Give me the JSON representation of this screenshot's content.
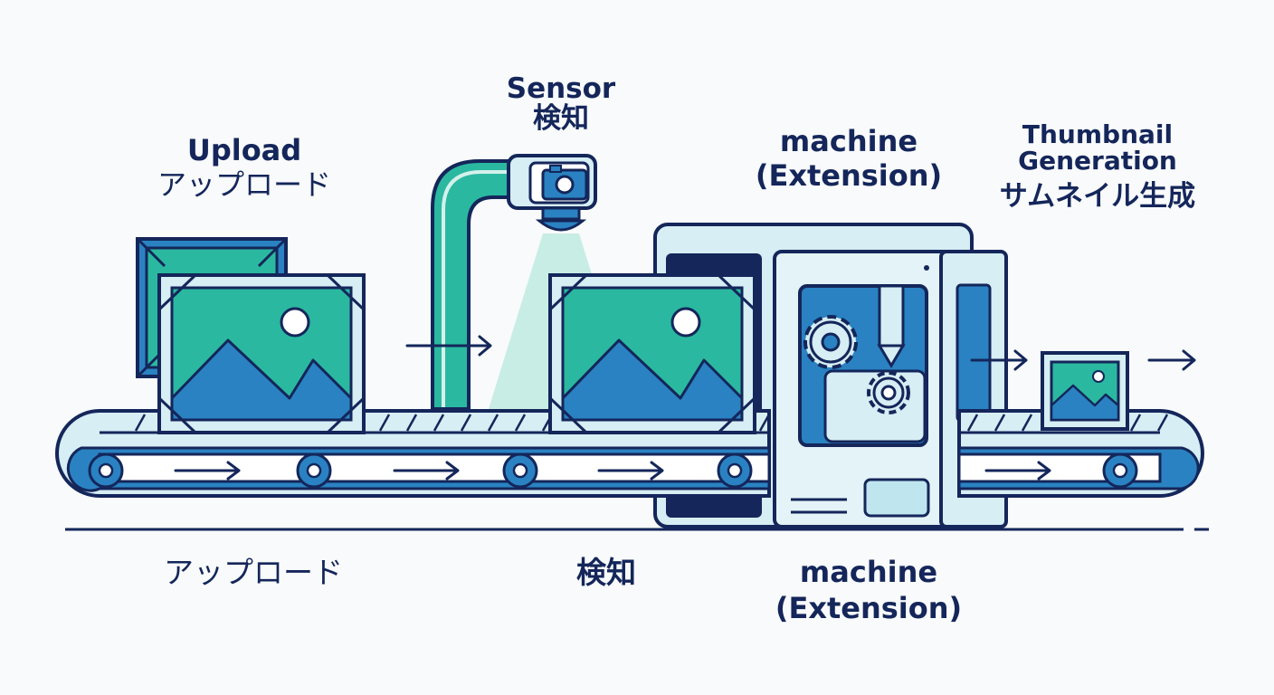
{
  "colors": {
    "navy": "#14265a",
    "blue": "#2a82c2",
    "teal": "#2bb8a0",
    "light": "#d6eef4",
    "mint": "#bfeae1",
    "background": "#f8fafb"
  },
  "icons": [
    "camera-icon",
    "gear-icon",
    "image-icon",
    "arrow-right-icon"
  ],
  "labels": {
    "upload_en": "Upload",
    "upload_ja": "アップロード",
    "sensor_en": "Sensor",
    "sensor_ja": "検知",
    "machine_en": "machine",
    "machine_ext": "(Extension)",
    "thumb_en_1": "Thumbnail",
    "thumb_en_2": "Generation",
    "thumb_ja": "サムネイル生成"
  },
  "bottom_labels": {
    "upload": "アップロード",
    "detect": "検知",
    "machine": "machine",
    "machine_ext": "(Extension)"
  }
}
